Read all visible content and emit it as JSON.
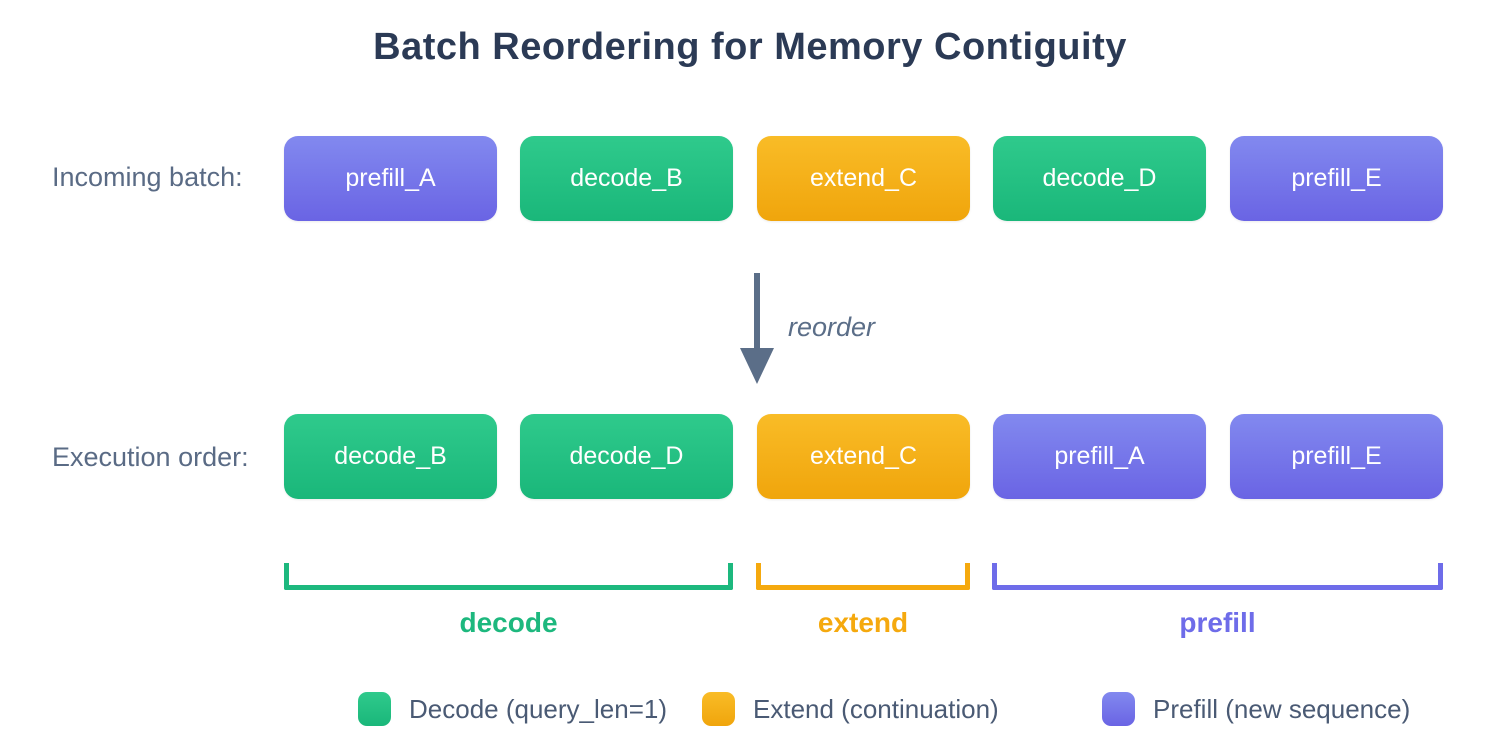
{
  "title": "Batch Reordering for Memory Contiguity",
  "colors": {
    "title_text": "#2b3a55",
    "label_text": "#5a6b85",
    "arrow": "#5b6e88",
    "decode_green_top": "#2fca8c",
    "decode_green_bottom": "#1ab77a",
    "extend_orange_top": "#f9bc27",
    "extend_orange_bottom": "#f0a50c",
    "prefill_purple_top": "#8289ef",
    "prefill_purple_bottom": "#6a64e4",
    "bracket_green": "#1db87e",
    "bracket_orange": "#f5a90e",
    "bracket_purple": "#6e6ce9",
    "legend_text": "#4a5a74",
    "box_text": "#ffffff"
  },
  "rows": {
    "incoming": {
      "label": "Incoming batch:",
      "boxes": [
        {
          "label": "prefill_A",
          "type": "prefill"
        },
        {
          "label": "decode_B",
          "type": "decode"
        },
        {
          "label": "extend_C",
          "type": "extend"
        },
        {
          "label": "decode_D",
          "type": "decode"
        },
        {
          "label": "prefill_E",
          "type": "prefill"
        }
      ]
    },
    "execution": {
      "label": "Execution order:",
      "boxes": [
        {
          "label": "decode_B",
          "type": "decode"
        },
        {
          "label": "decode_D",
          "type": "decode"
        },
        {
          "label": "extend_C",
          "type": "extend"
        },
        {
          "label": "prefill_A",
          "type": "prefill"
        },
        {
          "label": "prefill_E",
          "type": "prefill"
        }
      ]
    }
  },
  "arrow": {
    "label": "reorder"
  },
  "brackets": [
    {
      "label": "decode",
      "color": "green"
    },
    {
      "label": "extend",
      "color": "orange"
    },
    {
      "label": "prefill",
      "color": "purple"
    }
  ],
  "legend": [
    {
      "label": "Decode (query_len=1)",
      "color": "green"
    },
    {
      "label": "Extend (continuation)",
      "color": "orange"
    },
    {
      "label": "Prefill (new sequence)",
      "color": "purple"
    }
  ]
}
